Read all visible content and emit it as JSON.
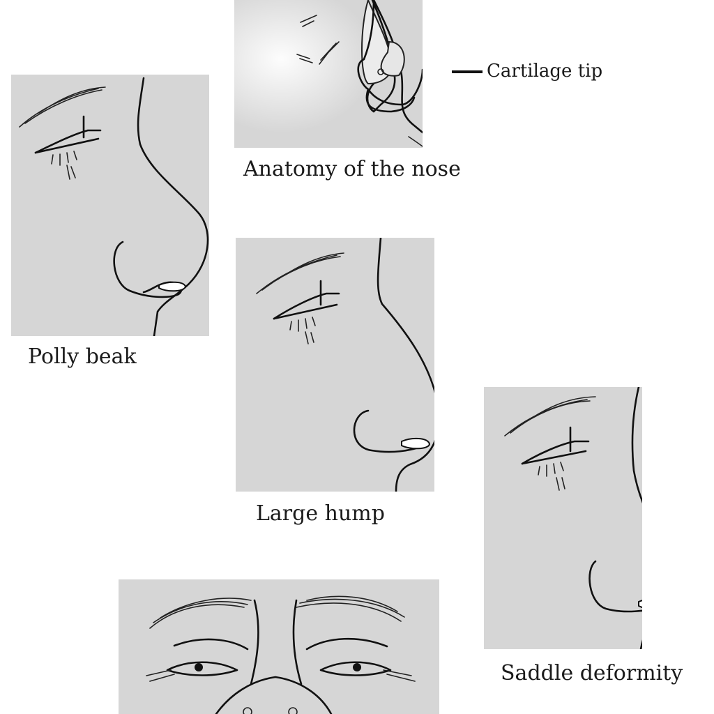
{
  "captions": {
    "anatomy": "Anatomy of the nose",
    "polly_beak": "Polly beak",
    "large_hump": "Large hump",
    "saddle": "Saddle deformity"
  },
  "labels": {
    "cartilage_tip": "Cartilage tip"
  },
  "colors": {
    "panel_background": "#d6d6d6",
    "ink": "#111111",
    "cartilage_highlight": "#eeeeee"
  }
}
